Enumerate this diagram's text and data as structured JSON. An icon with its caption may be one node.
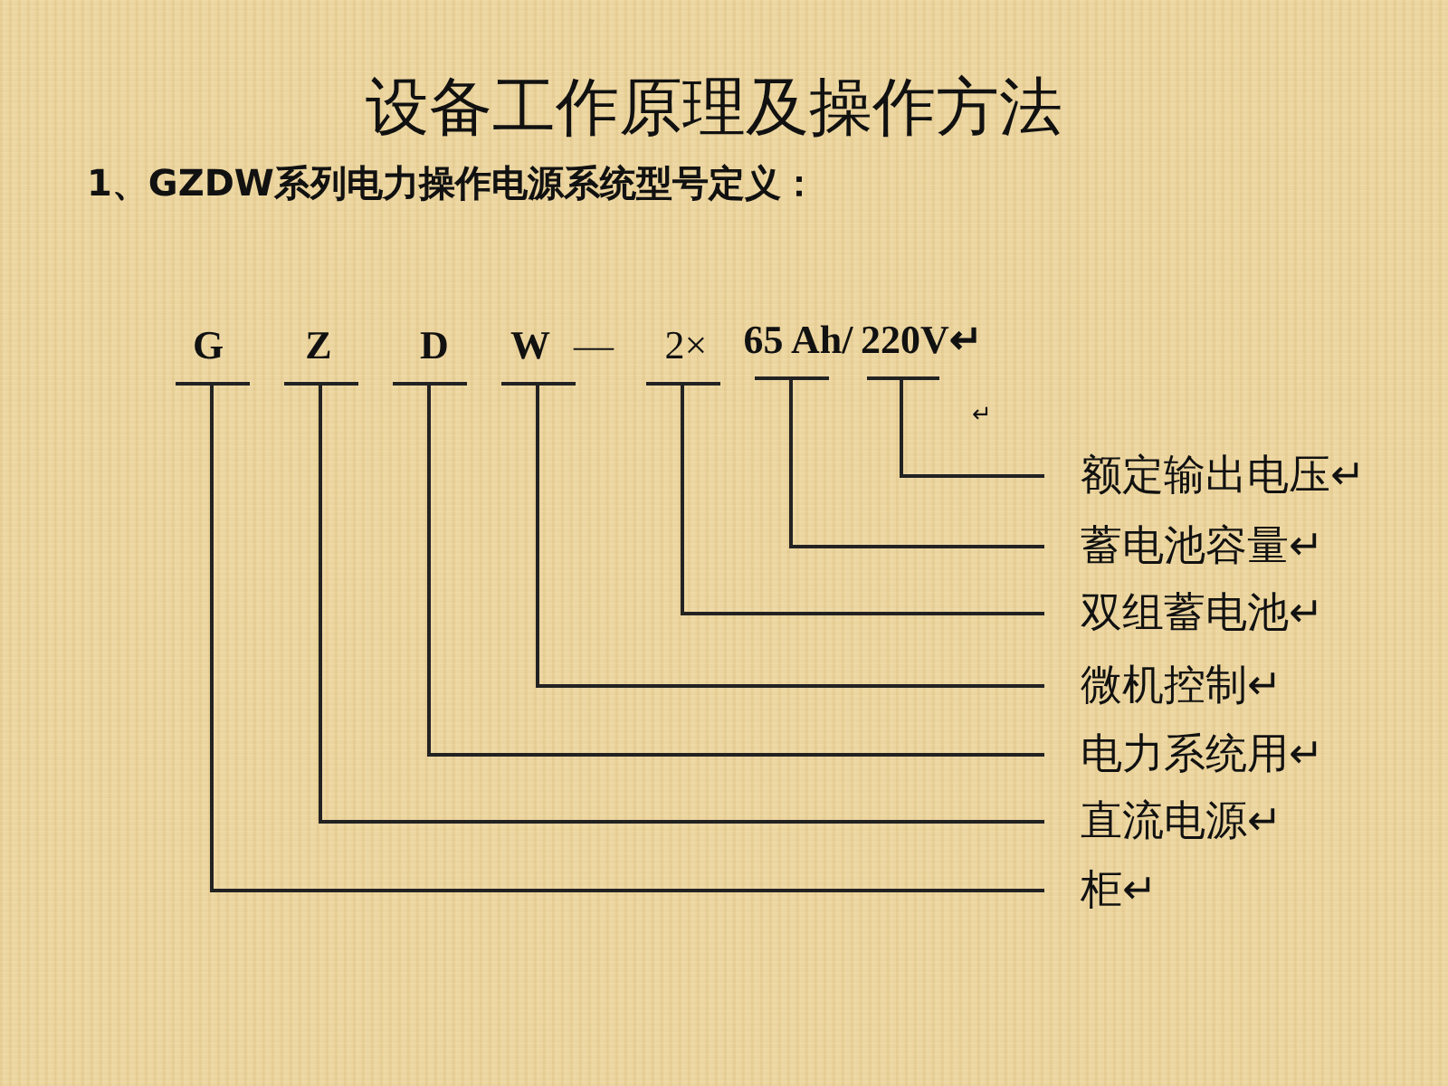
{
  "diagram": {
    "title": "设备工作原理及操作方法",
    "nodes": [
      {
        "text": [
          "G"
        ]
      },
      {
        "text": [
          "Z"
        ]
      },
      {
        "text": [
          "D"
        ]
      },
      {
        "text": [
          "W"
        ]
      },
      {
        "text": [
          "2×"
        ]
      },
      {
        "text": [
          "65 Ah/"
        ]
      },
      {
        "text": [
          "220V↵"
        ]
      },
      {
        "text": [
          "额定输出电压↵"
        ]
      },
      {
        "text": [
          "蓄电池容量↵"
        ]
      },
      {
        "text": [
          "双组蓄电池↵"
        ]
      },
      {
        "text": [
          "微机控制↵"
        ]
      },
      {
        "text": [
          "电力系统用↵"
        ]
      },
      {
        "text": [
          "直流电源↵"
        ]
      },
      {
        "text": [
          "柜↵"
        ]
      }
    ],
    "edges": [
      {
        "from": 0,
        "to": 13,
        "arrow": "none"
      },
      {
        "from": 1,
        "to": 12,
        "arrow": "none"
      },
      {
        "from": 2,
        "to": 11,
        "arrow": "none"
      },
      {
        "from": 3,
        "to": 10,
        "arrow": "none"
      },
      {
        "from": 4,
        "to": 9,
        "arrow": "none"
      },
      {
        "from": 5,
        "to": 8,
        "arrow": "none"
      },
      {
        "from": 6,
        "to": 7,
        "arrow": "none"
      }
    ],
    "labels": [
      "1、GZDW系列电力操作电源系统型号定义：",
      "—",
      "↵"
    ]
  }
}
